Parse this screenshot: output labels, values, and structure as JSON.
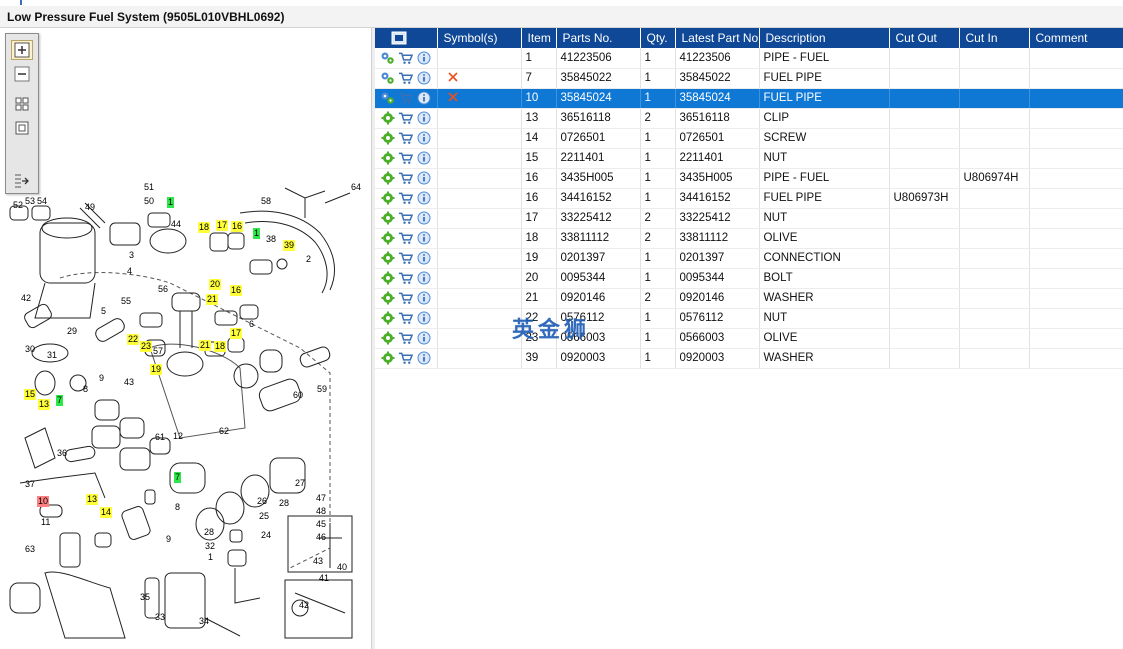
{
  "window": {
    "title": "Low Pressure Fuel System (9505L010VBHL0692)"
  },
  "watermark": "英金狮",
  "diagram": {
    "callouts": [
      {
        "text": "51",
        "style": "plain"
      },
      {
        "text": "50",
        "style": "plain"
      },
      {
        "text": "52",
        "style": "plain"
      },
      {
        "text": "53",
        "style": "plain"
      },
      {
        "text": "54",
        "style": "plain"
      },
      {
        "text": "49",
        "style": "plain"
      },
      {
        "text": "1",
        "style": "green"
      },
      {
        "text": "44",
        "style": "plain"
      },
      {
        "text": "18",
        "style": "yellow"
      },
      {
        "text": "17",
        "style": "yellow"
      },
      {
        "text": "16",
        "style": "yellow"
      },
      {
        "text": "1",
        "style": "green"
      },
      {
        "text": "58",
        "style": "plain"
      },
      {
        "text": "64",
        "style": "plain"
      },
      {
        "text": "38",
        "style": "plain"
      },
      {
        "text": "39",
        "style": "yellow"
      },
      {
        "text": "2",
        "style": "plain"
      },
      {
        "text": "3",
        "style": "plain"
      },
      {
        "text": "4",
        "style": "plain"
      },
      {
        "text": "20",
        "style": "yellow"
      },
      {
        "text": "56",
        "style": "plain"
      },
      {
        "text": "21",
        "style": "yellow"
      },
      {
        "text": "16",
        "style": "yellow"
      },
      {
        "text": "55",
        "style": "plain"
      },
      {
        "text": "42",
        "style": "plain"
      },
      {
        "text": "5",
        "style": "plain"
      },
      {
        "text": "29",
        "style": "plain"
      },
      {
        "text": "22",
        "style": "yellow"
      },
      {
        "text": "23",
        "style": "yellow"
      },
      {
        "text": "57",
        "style": "plain"
      },
      {
        "text": "21",
        "style": "yellow"
      },
      {
        "text": "18",
        "style": "yellow"
      },
      {
        "text": "17",
        "style": "yellow"
      },
      {
        "text": "6",
        "style": "plain"
      },
      {
        "text": "30",
        "style": "plain"
      },
      {
        "text": "31",
        "style": "plain"
      },
      {
        "text": "19",
        "style": "yellow"
      },
      {
        "text": "9",
        "style": "plain"
      },
      {
        "text": "43",
        "style": "plain"
      },
      {
        "text": "59",
        "style": "plain"
      },
      {
        "text": "60",
        "style": "plain"
      },
      {
        "text": "15",
        "style": "yellow"
      },
      {
        "text": "13",
        "style": "yellow"
      },
      {
        "text": "7",
        "style": "green"
      },
      {
        "text": "8",
        "style": "plain"
      },
      {
        "text": "61",
        "style": "plain"
      },
      {
        "text": "12",
        "style": "plain"
      },
      {
        "text": "62",
        "style": "plain"
      },
      {
        "text": "36",
        "style": "plain"
      },
      {
        "text": "7",
        "style": "green"
      },
      {
        "text": "27",
        "style": "plain"
      },
      {
        "text": "37",
        "style": "plain"
      },
      {
        "text": "10",
        "style": "red"
      },
      {
        "text": "13",
        "style": "yellow"
      },
      {
        "text": "14",
        "style": "yellow"
      },
      {
        "text": "8",
        "style": "plain"
      },
      {
        "text": "26",
        "style": "plain"
      },
      {
        "text": "28",
        "style": "plain"
      },
      {
        "text": "25",
        "style": "plain"
      },
      {
        "text": "11",
        "style": "plain"
      },
      {
        "text": "47",
        "style": "plain"
      },
      {
        "text": "48",
        "style": "plain"
      },
      {
        "text": "45",
        "style": "plain"
      },
      {
        "text": "46",
        "style": "plain"
      },
      {
        "text": "28",
        "style": "plain"
      },
      {
        "text": "24",
        "style": "plain"
      },
      {
        "text": "63",
        "style": "plain"
      },
      {
        "text": "9",
        "style": "plain"
      },
      {
        "text": "32",
        "style": "plain"
      },
      {
        "text": "1",
        "style": "plain"
      },
      {
        "text": "35",
        "style": "plain"
      },
      {
        "text": "43",
        "style": "plain"
      },
      {
        "text": "41",
        "style": "plain"
      },
      {
        "text": "40",
        "style": "plain"
      },
      {
        "text": "33",
        "style": "plain"
      },
      {
        "text": "34",
        "style": "plain"
      },
      {
        "text": "42",
        "style": "plain"
      }
    ]
  },
  "grid": {
    "columns": [
      "",
      "Symbol(s)",
      "Item",
      "Parts No.",
      "Qty.",
      "Latest Part No.",
      "Description",
      "Cut Out",
      "Cut In",
      "Comment"
    ],
    "rows": [
      {
        "item": "1",
        "part": "41223506",
        "qty": "1",
        "latest": "41223506",
        "desc": "PIPE - FUEL",
        "cutout": "",
        "cutin": "",
        "comment": "",
        "symbol": "",
        "gearIcon": "gears-icon"
      },
      {
        "item": "7",
        "part": "35845022",
        "qty": "1",
        "latest": "35845022",
        "desc": "FUEL PIPE",
        "cutout": "",
        "cutin": "",
        "comment": "",
        "symbol": "cross",
        "gearIcon": "gears-icon"
      },
      {
        "item": "10",
        "part": "35845024",
        "qty": "1",
        "latest": "35845024",
        "desc": "FUEL PIPE",
        "cutout": "",
        "cutin": "",
        "comment": "",
        "symbol": "cross",
        "gearIcon": "gears-icon",
        "selected": true
      },
      {
        "item": "13",
        "part": "36516118",
        "qty": "2",
        "latest": "36516118",
        "desc": "CLIP",
        "cutout": "",
        "cutin": "",
        "comment": "",
        "symbol": "",
        "gearIcon": "gear-icon"
      },
      {
        "item": "14",
        "part": "0726501",
        "qty": "1",
        "latest": "0726501",
        "desc": "SCREW",
        "cutout": "",
        "cutin": "",
        "comment": "",
        "symbol": "",
        "gearIcon": "gear-icon"
      },
      {
        "item": "15",
        "part": "2211401",
        "qty": "1",
        "latest": "2211401",
        "desc": "NUT",
        "cutout": "",
        "cutin": "",
        "comment": "",
        "symbol": "",
        "gearIcon": "gear-icon"
      },
      {
        "item": "16",
        "part": "3435H005",
        "qty": "1",
        "latest": "3435H005",
        "desc": "PIPE - FUEL",
        "cutout": "",
        "cutin": "U806974H",
        "comment": "",
        "symbol": "",
        "gearIcon": "gear-icon"
      },
      {
        "item": "16",
        "part": "34416152",
        "qty": "1",
        "latest": "34416152",
        "desc": "FUEL PIPE",
        "cutout": "U806973H",
        "cutin": "",
        "comment": "",
        "symbol": "",
        "gearIcon": "gear-icon"
      },
      {
        "item": "17",
        "part": "33225412",
        "qty": "2",
        "latest": "33225412",
        "desc": "NUT",
        "cutout": "",
        "cutin": "",
        "comment": "",
        "symbol": "",
        "gearIcon": "gear-icon"
      },
      {
        "item": "18",
        "part": "33811112",
        "qty": "2",
        "latest": "33811112",
        "desc": "OLIVE",
        "cutout": "",
        "cutin": "",
        "comment": "",
        "symbol": "",
        "gearIcon": "gear-icon"
      },
      {
        "item": "19",
        "part": "0201397",
        "qty": "1",
        "latest": "0201397",
        "desc": "CONNECTION",
        "cutout": "",
        "cutin": "",
        "comment": "",
        "symbol": "",
        "gearIcon": "gear-icon"
      },
      {
        "item": "20",
        "part": "0095344",
        "qty": "1",
        "latest": "0095344",
        "desc": "BOLT",
        "cutout": "",
        "cutin": "",
        "comment": "",
        "symbol": "",
        "gearIcon": "gear-icon"
      },
      {
        "item": "21",
        "part": "0920146",
        "qty": "2",
        "latest": "0920146",
        "desc": "WASHER",
        "cutout": "",
        "cutin": "",
        "comment": "",
        "symbol": "",
        "gearIcon": "gear-icon"
      },
      {
        "item": "22",
        "part": "0576112",
        "qty": "1",
        "latest": "0576112",
        "desc": "NUT",
        "cutout": "",
        "cutin": "",
        "comment": "",
        "symbol": "",
        "gearIcon": "gear-icon"
      },
      {
        "item": "23",
        "part": "0566003",
        "qty": "1",
        "latest": "0566003",
        "desc": "OLIVE",
        "cutout": "",
        "cutin": "",
        "comment": "",
        "symbol": "",
        "gearIcon": "gear-icon"
      },
      {
        "item": "39",
        "part": "0920003",
        "qty": "1",
        "latest": "0920003",
        "desc": "WASHER",
        "cutout": "",
        "cutin": "",
        "comment": "",
        "symbol": "",
        "gearIcon": "gear-icon"
      }
    ]
  },
  "colors": {
    "header_bg": "#0f4896",
    "selected_bg": "#0f78d4",
    "callout_yellow": "#ffff3b",
    "callout_green": "#2ee84a",
    "callout_red": "#ff8080",
    "cart_blue": "#3a6fb5",
    "info_blue": "#4d8ad6",
    "gear_green": "#4caf2a",
    "cross_orange": "#e8501e"
  },
  "icons": {
    "toolbar": [
      "zoom-in-icon",
      "zoom-out-icon",
      "fit-all-icon",
      "actual-size-icon",
      "export-icon"
    ],
    "row": [
      "gear-icon",
      "shopping-cart-icon",
      "info-icon"
    ],
    "header": "select-all-icon",
    "symbol": "cross-icon"
  }
}
